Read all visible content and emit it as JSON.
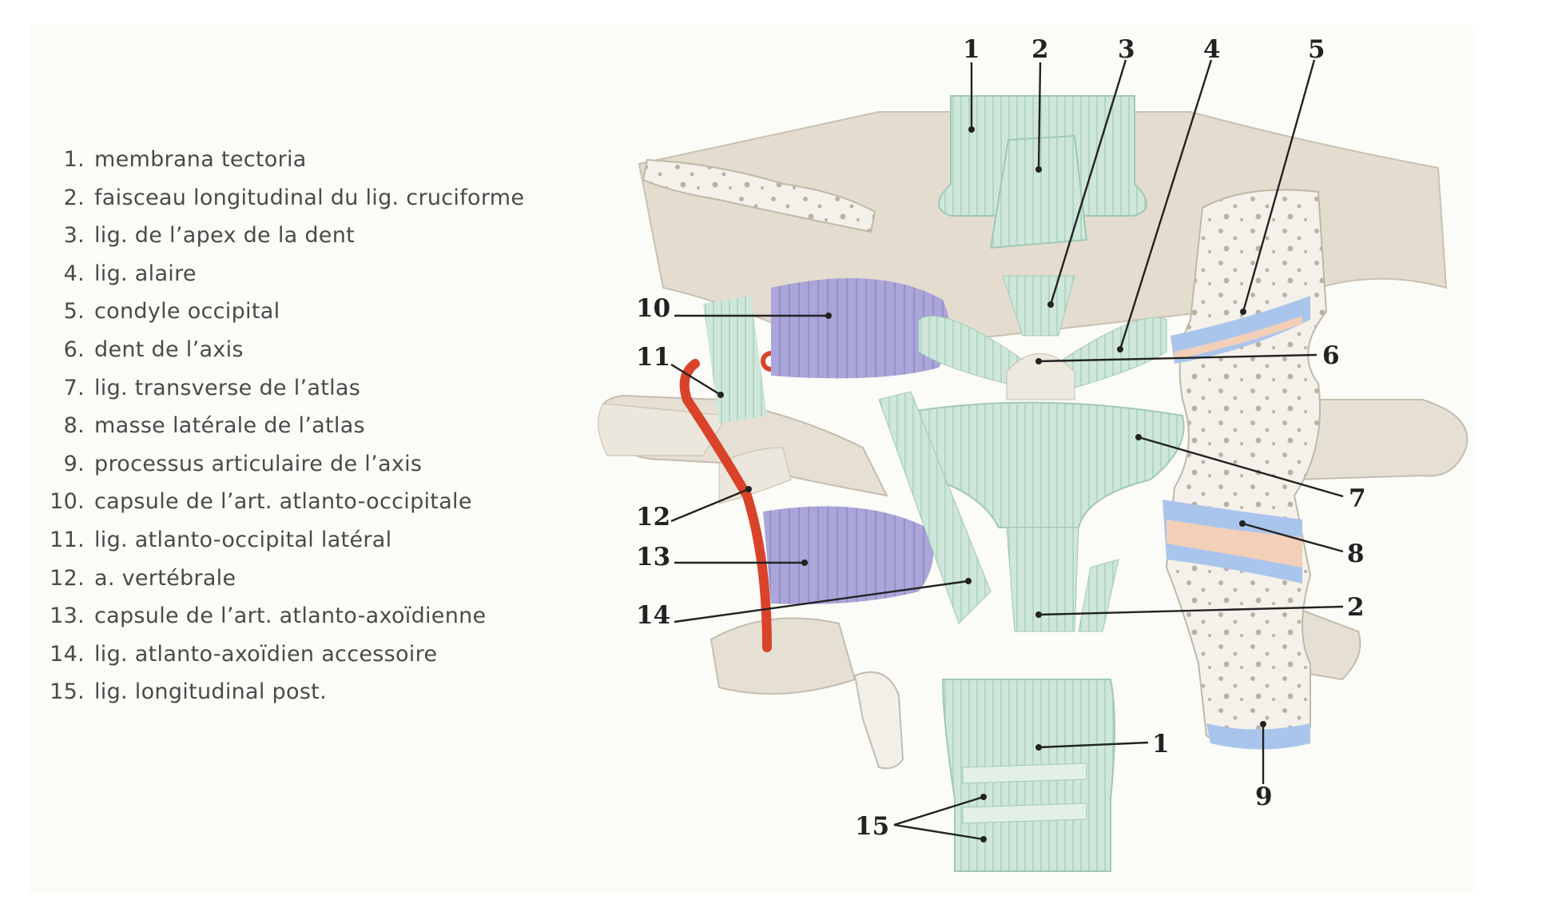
{
  "legend": [
    {
      "num": "1.",
      "text": "membrana tectoria"
    },
    {
      "num": "2.",
      "text": "faisceau longitudinal du lig. cruciforme"
    },
    {
      "num": "3.",
      "text": "lig. de l’apex de la dent"
    },
    {
      "num": "4.",
      "text": "lig. alaire"
    },
    {
      "num": "5.",
      "text": "condyle occipital"
    },
    {
      "num": "6.",
      "text": "dent de l’axis"
    },
    {
      "num": "7.",
      "text": "lig. transverse de l’atlas"
    },
    {
      "num": "8.",
      "text": "masse latérale de l’atlas"
    },
    {
      "num": "9.",
      "text": "processus articulaire de l’axis"
    },
    {
      "num": "10.",
      "text": "capsule de l’art. atlanto-occipitale"
    },
    {
      "num": "11.",
      "text": "lig. atlanto-occipital latéral"
    },
    {
      "num": "12.",
      "text": "a. vertébrale"
    },
    {
      "num": "13.",
      "text": "capsule de l’art. atlanto-axoïdienne"
    },
    {
      "num": "14.",
      "text": "lig. atlanto-axoïdien accessoire"
    },
    {
      "num": "15.",
      "text": "lig. longitudinal post."
    }
  ],
  "callouts": {
    "top": [
      "1",
      "2",
      "3",
      "4",
      "5"
    ],
    "left": [
      "10",
      "11",
      "12",
      "13",
      "14",
      "15"
    ],
    "right": [
      "6",
      "7",
      "8",
      "2",
      "1",
      "9"
    ]
  },
  "colors": {
    "bone": "#e9e3d7",
    "ligament": "#cfe7db",
    "capsule": "#aba6d9",
    "artery": "#d9432a",
    "cartilage": "#aac5ec",
    "cartilage_inner": "#f3cfb8"
  }
}
